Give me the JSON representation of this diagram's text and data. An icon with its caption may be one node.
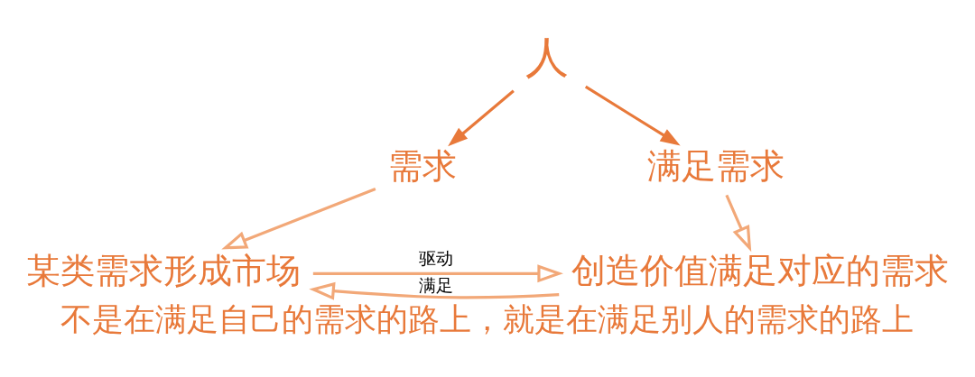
{
  "diagram": {
    "caption": "不是在满足自己的需求的路上，就是在满足别人的需求的路上",
    "nodes": [
      {
        "text": [
          "人"
        ]
      },
      {
        "text": [
          "需求"
        ]
      },
      {
        "text": [
          "满足需求"
        ]
      },
      {
        "text": [
          "某类需求形成市场"
        ]
      },
      {
        "text": [
          "创造价值满足对应的需求"
        ]
      }
    ],
    "edges": [
      {
        "from": 0,
        "to": 1,
        "arrow": "to"
      },
      {
        "from": 0,
        "to": 2,
        "arrow": "to"
      },
      {
        "from": 1,
        "to": 3,
        "arrow": "to",
        "color": "#f2a878"
      },
      {
        "from": 2,
        "to": 4,
        "arrow": "to",
        "color": "#f2a878"
      },
      {
        "from": 3,
        "to": 4,
        "arrow": "to",
        "label": "驱动",
        "color": "#f2a878"
      },
      {
        "from": 4,
        "to": 3,
        "arrow": "to",
        "label": "满足",
        "color": "#f2a878"
      }
    ]
  }
}
